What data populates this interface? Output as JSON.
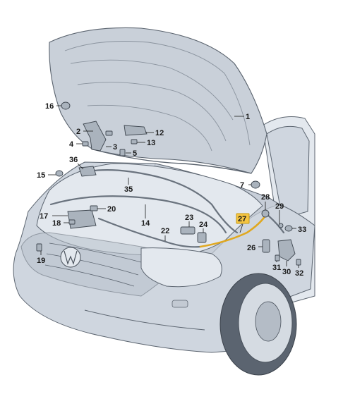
{
  "callouts": [
    {
      "id": "c1",
      "label": "1"
    },
    {
      "id": "c2",
      "label": "2"
    },
    {
      "id": "c3",
      "label": "3"
    },
    {
      "id": "c4",
      "label": "4"
    },
    {
      "id": "c5",
      "label": "5"
    },
    {
      "id": "c7",
      "label": "7"
    },
    {
      "id": "c12",
      "label": "12"
    },
    {
      "id": "c13",
      "label": "13"
    },
    {
      "id": "c14",
      "label": "14"
    },
    {
      "id": "c15",
      "label": "15"
    },
    {
      "id": "c16",
      "label": "16"
    },
    {
      "id": "c17",
      "label": "17"
    },
    {
      "id": "c18",
      "label": "18"
    },
    {
      "id": "c19",
      "label": "19"
    },
    {
      "id": "c20",
      "label": "20"
    },
    {
      "id": "c22",
      "label": "22"
    },
    {
      "id": "c23",
      "label": "23"
    },
    {
      "id": "c24",
      "label": "24"
    },
    {
      "id": "c26",
      "label": "26"
    },
    {
      "id": "c27",
      "label": "27"
    },
    {
      "id": "c28",
      "label": "28"
    },
    {
      "id": "c29",
      "label": "29"
    },
    {
      "id": "c30",
      "label": "30"
    },
    {
      "id": "c31",
      "label": "31"
    },
    {
      "id": "c32",
      "label": "32"
    },
    {
      "id": "c33",
      "label": "33"
    },
    {
      "id": "c35",
      "label": "35"
    },
    {
      "id": "c36",
      "label": "36"
    }
  ],
  "highlighted_callout": "27",
  "colors": {
    "highlight": "#f5c542",
    "highlighted_cable": "#e0a820",
    "body": "#cfd6df",
    "outline": "#5c6570"
  }
}
